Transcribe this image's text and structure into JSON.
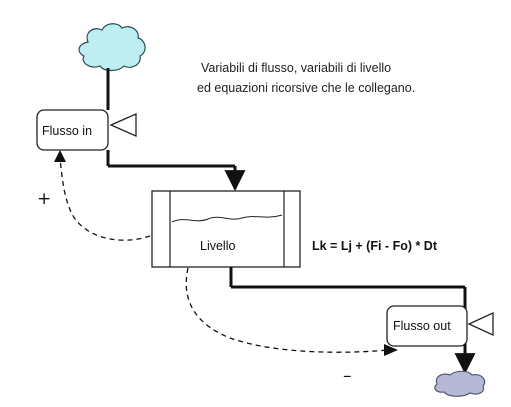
{
  "caption": {
    "line1": "Variabili di flusso, variabili di livello",
    "line2": " ed equazioni ricorsive che le collegano."
  },
  "flows": {
    "inflow_label": "Flusso in",
    "outflow_label": "Flusso out"
  },
  "stock": {
    "label": "Livello"
  },
  "equation": "Lk = Lj + (Fi - Fo) * Dt",
  "feedback_signs": {
    "positive": "+",
    "negative": "–"
  },
  "icons": {
    "source": "cloud-source-icon",
    "sink": "cloud-sink-icon",
    "valve_in": "valve-in-icon",
    "valve_out": "valve-out-icon"
  },
  "colors": {
    "source_cloud": "#bfeef2",
    "sink_cloud": "#b6b8d6",
    "stroke": "#111111"
  }
}
